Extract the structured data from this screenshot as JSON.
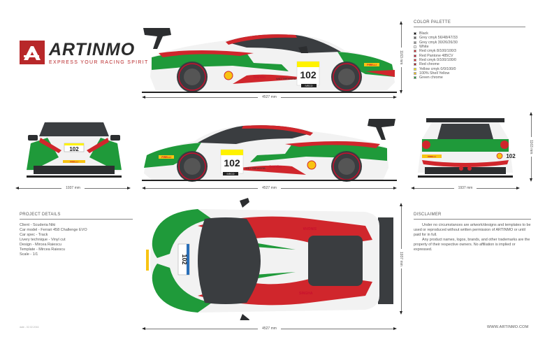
{
  "brand": {
    "logo_letter": "A",
    "name": "ARTINMO",
    "tagline": "EXPRESS YOUR RACING SPIRIT",
    "accent_color": "#b8282a"
  },
  "palette": {
    "title": "COLOR PALETTE",
    "items": [
      {
        "label": "Black",
        "color": "#111111"
      },
      {
        "label": "Grey cmyk 56/48/47/33",
        "color": "#5e5e5e"
      },
      {
        "label": "Grey cmyk 30/26/26/30",
        "color": "#8e8e8e"
      },
      {
        "label": "White",
        "color": "#ffffff"
      },
      {
        "label": "Red cmyk 8/100/100/3",
        "color": "#d0262c"
      },
      {
        "label": "Red Pantone 485CV",
        "color": "#c8102e"
      },
      {
        "label": "Red cmyk 0/100/100/0",
        "color": "#e3222a"
      },
      {
        "label": "Red chrome",
        "color": "#a5151d"
      },
      {
        "label": "Yellow cmyk 0/0/100/0",
        "color": "#fff200"
      },
      {
        "label": "100% Shell Yellow",
        "color": "#f8c312"
      },
      {
        "label": "Green chrome",
        "color": "#1f9a3a"
      }
    ]
  },
  "project": {
    "title": "PROJECT DETAILS",
    "lines": [
      "Client - Scuderia Niki",
      "Car model - Ferrari 458 Challenge EVO",
      "Car spec - Track",
      "Livery technique - Vinyl cut",
      "Design - Mircea Raiescu",
      "Template - Mircea Raiescu",
      "Scale - 1/1"
    ]
  },
  "disclaimer": {
    "title": "DISCLAIMER",
    "paragraphs": [
      "Under no circumstances are artwork/designs and templates to be used or reproduced without written permission of ARTINMO or until paid for in full.",
      "Any product names, logos, brands, and other trademarks are the property of their respective owners. No affiliation is implied or expressed."
    ]
  },
  "footer": {
    "left": "date - 02.02.2016",
    "website": "WWW.ARTINMO.COM"
  },
  "dimensions": {
    "length": "4527 mm",
    "width": "1937 mm",
    "height": "1163 mm",
    "top_width": "1937 mm"
  },
  "car": {
    "race_number": "102",
    "sponsors": [
      "PIRELLI",
      "Shell",
      "brembo",
      "WETTBEWERB",
      "IVECO",
      "SINGHA"
    ],
    "colors": {
      "green": "#1f9a3a",
      "red": "#d0262c",
      "white": "#f2f2f2",
      "dark": "#3a3d40",
      "yellow": "#f8c312"
    }
  }
}
